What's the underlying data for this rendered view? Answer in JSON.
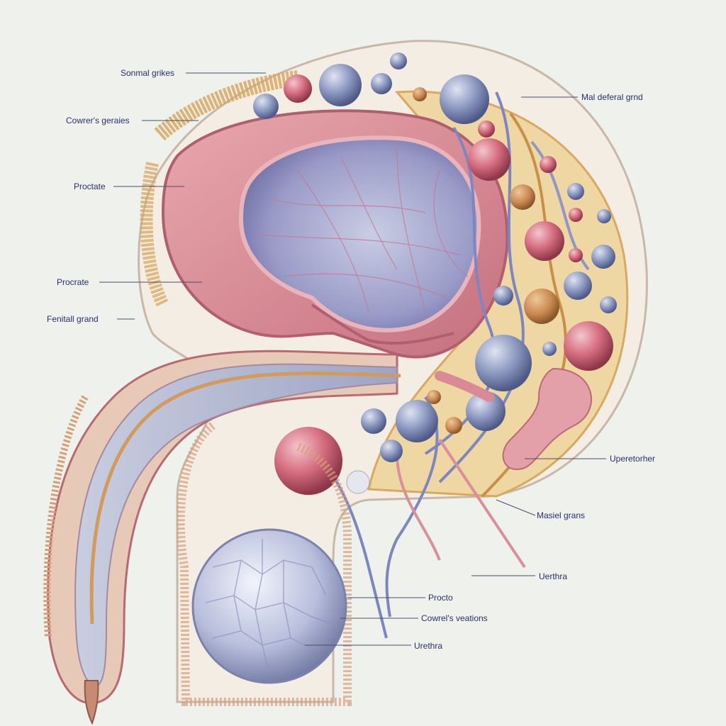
{
  "labels": {
    "l1": "Sonmal grikes",
    "l2": "Cowrer's geraies",
    "l3": "Proctate",
    "l4": "Procrate",
    "l5": "Fenitall grand",
    "r1": "Mal deferal grnd",
    "r2": "Uperetorher",
    "r3": "Masiel grans",
    "r4": "Uerthra",
    "c1": "Procto",
    "c2": "Cowrel's veations",
    "c3": "Urethra"
  },
  "colors": {
    "background": "#eef1ec",
    "tissue_pink": "#d98a96",
    "bladder_interior": "#8e8fc2",
    "fat_yellow": "#e3b86a",
    "gland_blue": "#8c98c0",
    "gland_pink": "#d46b7e",
    "label_text": "#2a2f6e"
  }
}
